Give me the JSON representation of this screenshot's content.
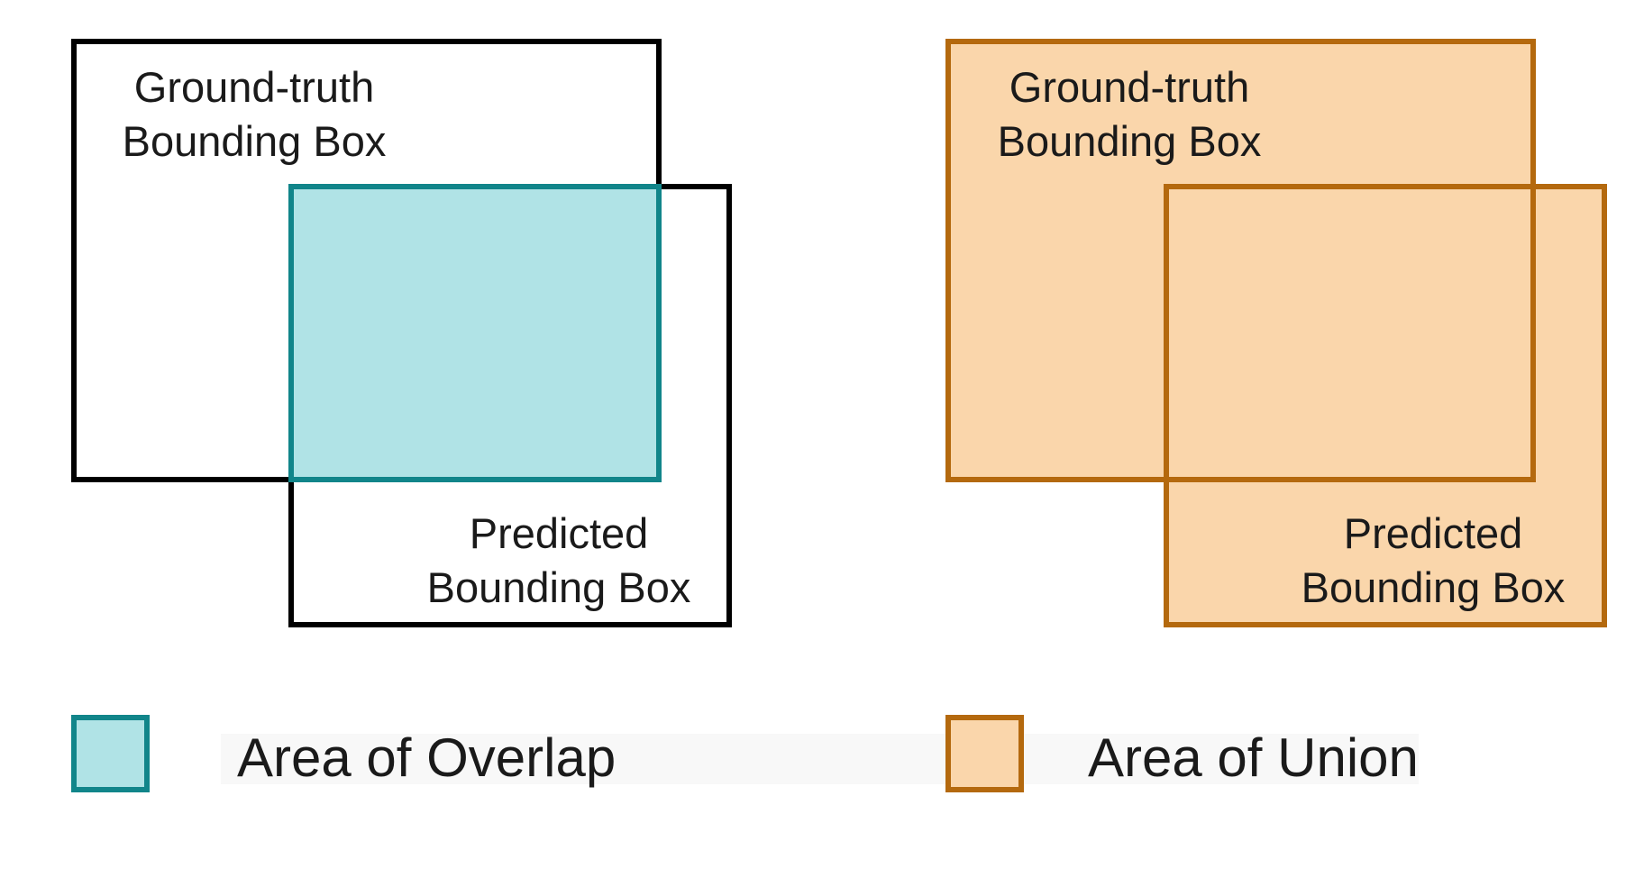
{
  "colors": {
    "background": "#ffffff",
    "outline": "#000000",
    "overlap_fill": "#b0e3e6",
    "overlap_stroke": "#11858a",
    "union_fill": "#fad6ab",
    "union_stroke": "#b4690e",
    "text": "#1a1a1a",
    "legend_band": "#f8f8f8"
  },
  "panels": {
    "overlap": {
      "ground_truth": {
        "line1": "Ground-truth",
        "line2": "Bounding Box"
      },
      "predicted": {
        "line1": "Predicted",
        "line2": "Bounding Box"
      }
    },
    "union": {
      "ground_truth": {
        "line1": "Ground-truth",
        "line2": "Bounding Box"
      },
      "predicted": {
        "line1": "Predicted",
        "line2": "Bounding Box"
      }
    }
  },
  "legend": {
    "overlap": {
      "label": "Area of Overlap",
      "icon": "swatch-square-teal"
    },
    "union": {
      "label": "Area of Union",
      "icon": "swatch-square-orange"
    }
  }
}
